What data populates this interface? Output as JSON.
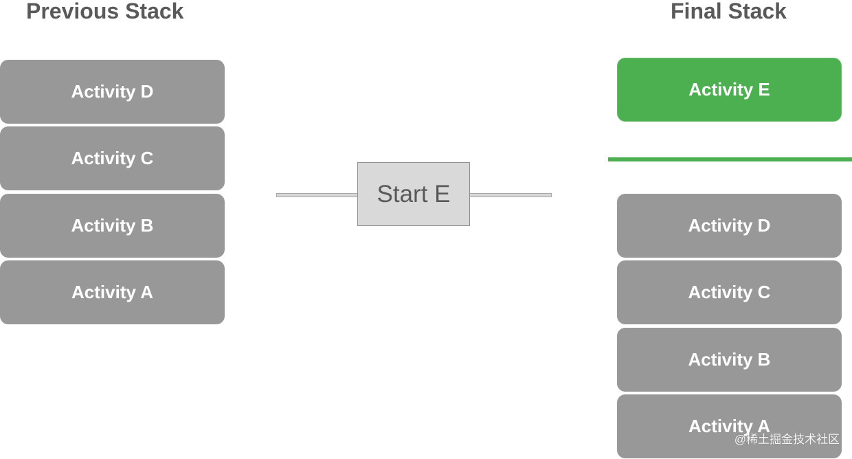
{
  "previous_stack": {
    "heading": "Previous Stack",
    "activities": [
      "Activity D",
      "Activity C",
      "Activity B",
      "Activity A"
    ]
  },
  "action": {
    "label": "Start E"
  },
  "final_stack": {
    "heading": "Final Stack",
    "new_activity": "Activity E",
    "activities": [
      "Activity D",
      "Activity C",
      "Activity B",
      "Activity A"
    ]
  },
  "watermark": "@稀土掘金技术社区",
  "colors": {
    "card_gray": "#989898",
    "new_green": "#4caf50",
    "heading_text": "#595959",
    "action_fill": "#d9d9d9"
  }
}
